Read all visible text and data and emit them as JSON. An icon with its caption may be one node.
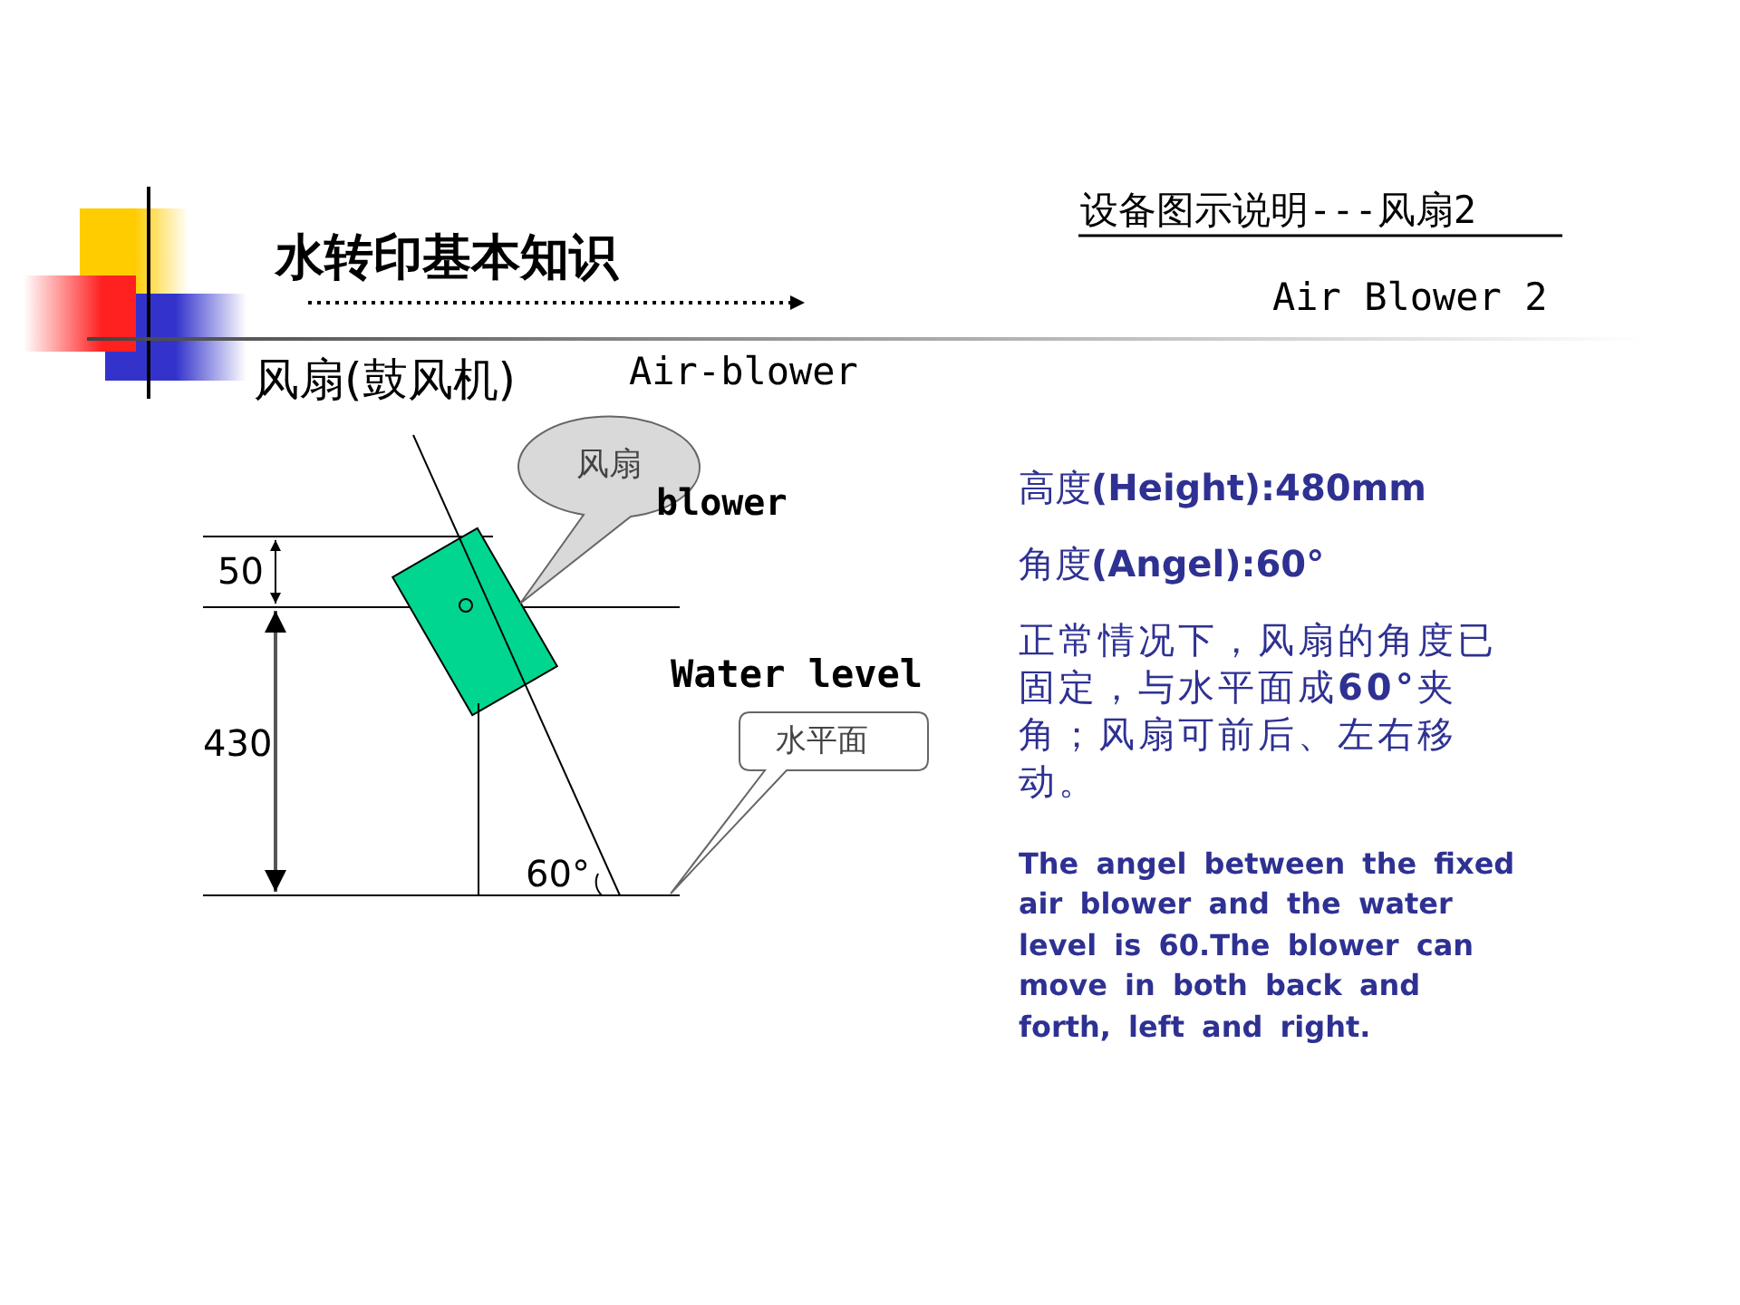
{
  "diagram": {
    "title": "水转印基本知识",
    "nodes": [
      {
        "text": [
          "风扇",
          "blower"
        ]
      },
      {
        "text": [
          "水平面"
        ]
      }
    ],
    "labels": [
      "设备图示说明---风扇2",
      "Air Blower 2",
      "风扇(鼓风机)",
      "Air-blower",
      "50",
      "430",
      "Water level",
      "60°",
      "高度**(Height):480mm**",
      "角度**(Angel):60°**",
      "正常情况下，风扇的角度已固定，与水平面成**60°**夹角；风扇可前后、左右移动。",
      "The angel between the fixed air blower and the water level is 60.The blower can move in both back and forth, left and right."
    ]
  }
}
